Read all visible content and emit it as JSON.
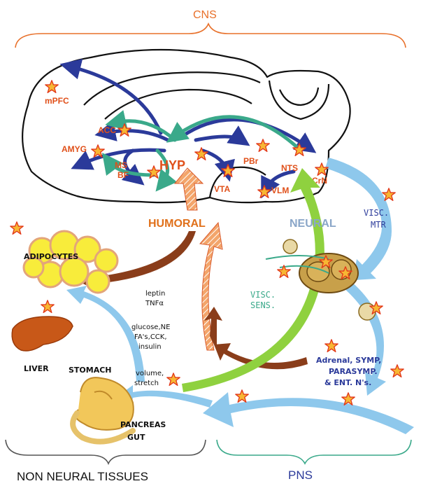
{
  "sections": {
    "cns": "CNS",
    "pns": "PNS",
    "non_neural": "NON NEURAL TISSUES"
  },
  "pathways": {
    "humoral": "HUMORAL",
    "neural": "NEURAL",
    "visc_sens_1": "VISC.",
    "visc_sens_2": "SENS.",
    "visc_mtr_1": "VISC.",
    "visc_mtr_2": "MTR"
  },
  "brain_regions": {
    "mpfc": "mPFC",
    "acc": "ACC",
    "amyg": "AMYG",
    "ms": "MS",
    "bf": "BF",
    "hyp": "HYP",
    "vta": "VTA",
    "pbr": "PBr",
    "nts": "NTS",
    "crn": "CrN",
    "vlm": "VLM"
  },
  "tissues": {
    "adipocytes": "ADIPOCYTES",
    "liver": "LIVER",
    "stomach": "STOMACH",
    "pancreas": "PANCREAS",
    "gut": "GUT"
  },
  "signals": {
    "leptin": "leptin",
    "tnf": "TNFα",
    "glucose": "glucose,NE",
    "fas": "FA's,CCK,",
    "insulin": "insulin",
    "volume": "volume,",
    "stretch": "stretch"
  },
  "efferents": {
    "line1": "Adrenal, SYMP,",
    "line2": "PARASYMP.",
    "line3": "& ENT. N's."
  },
  "colors": {
    "orange": "#e8702a",
    "blue": "#2b3a9a",
    "light_blue": "#8ec8ec",
    "green": "#8fd13f",
    "teal": "#3aa98a",
    "brown": "#8a3d1a",
    "star": "#f7b733"
  }
}
